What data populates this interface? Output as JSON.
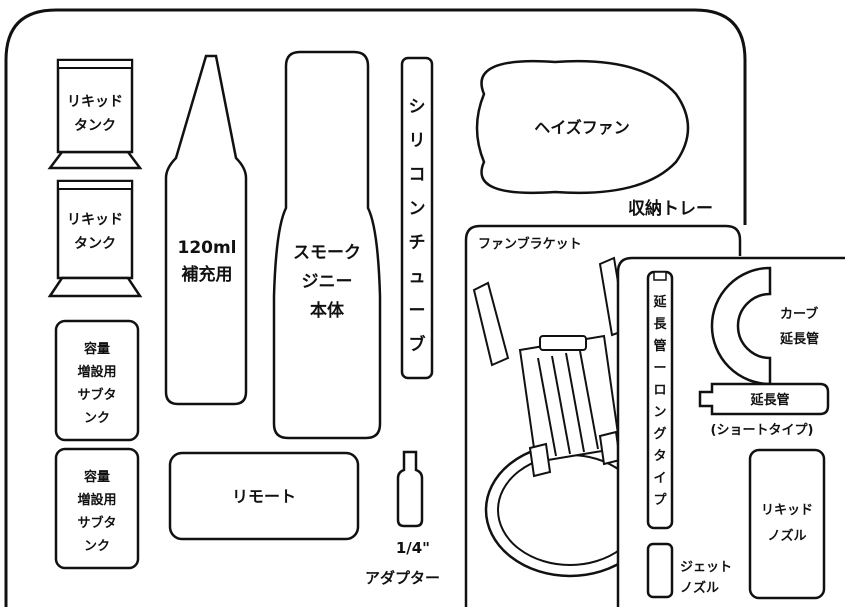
{
  "labels": {
    "liquid_tank_1": [
      "リキッド",
      "タンク"
    ],
    "liquid_tank_2": [
      "リキッド",
      "タンク"
    ],
    "sub_tank_1": [
      "容量",
      "増設用",
      "サブタ",
      "ンク"
    ],
    "sub_tank_2": [
      "容量",
      "増設用",
      "サブタ",
      "ンク"
    ],
    "refill_bottle": [
      "120ml",
      "補充用"
    ],
    "smoke_genie": [
      "スモーク",
      "ジニー",
      "本体"
    ],
    "silicone_tube": [
      "シ",
      "リ",
      "コ",
      "ン",
      "チ",
      "ュ",
      "ー",
      "ブ"
    ],
    "haze_fan": "ヘイズファン",
    "tray": "収納トレー",
    "fan_bracket": "ファンブラケット",
    "remote": "リモート",
    "adapter": [
      "1/4\"",
      "アダプター"
    ],
    "long_tube": [
      "延",
      "長",
      "管",
      "ー",
      "ロ",
      "ン",
      "グ",
      "タ",
      "イ",
      "プ"
    ],
    "curve_tube": [
      "カーブ",
      "延長管"
    ],
    "short_tube": [
      "延長管",
      "(ショートタイプ)"
    ],
    "liquid_nozzle": [
      "リキッド",
      "ノズル"
    ],
    "jet_nozzle": [
      "ジェット",
      "ノズル"
    ]
  },
  "colors": {
    "stroke": "#111111",
    "background": "#ffffff"
  }
}
